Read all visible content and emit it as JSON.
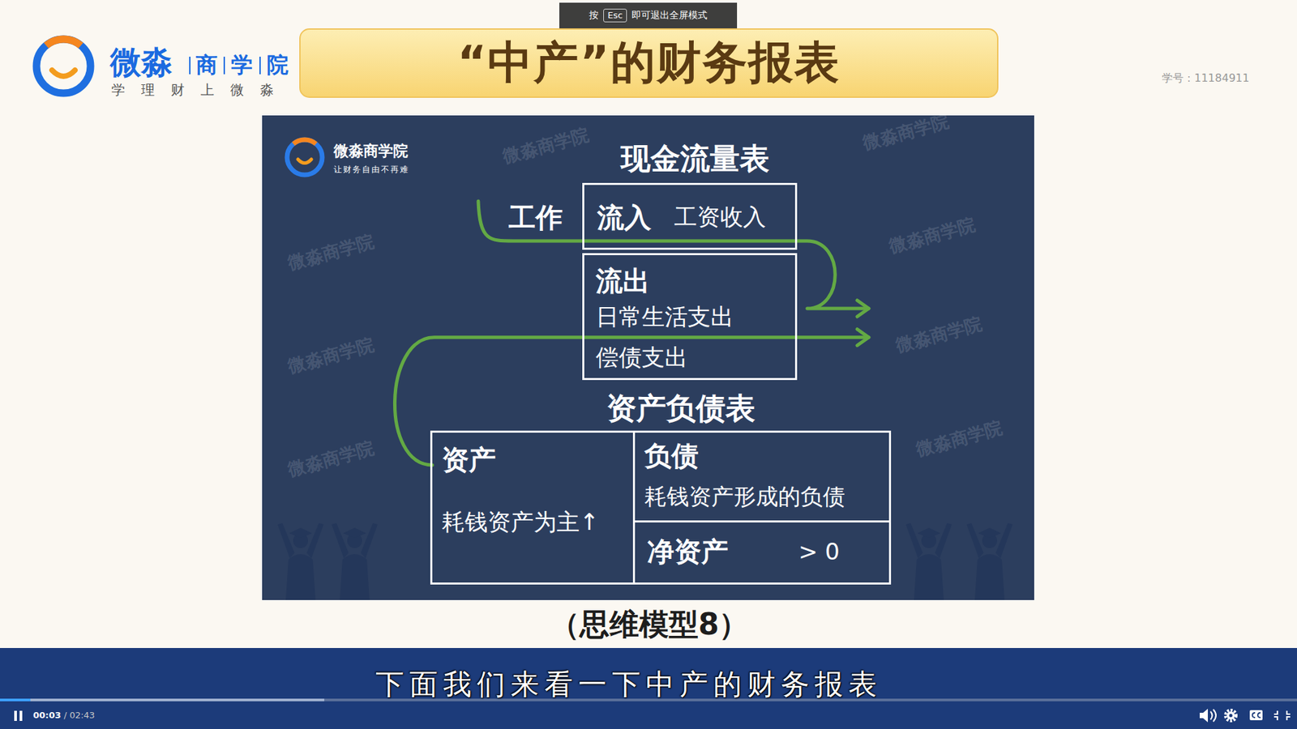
{
  "diagram": {
    "title": "“中产”的财务报表",
    "caption": "（思维模型8）",
    "nodes": [
      {
        "text": [
          "现金流量表"
        ]
      },
      {
        "text": [
          "流入",
          "工资收入"
        ],
        "in": 0
      },
      {
        "text": [
          "流出",
          "日常生活支出",
          "偿债支出"
        ],
        "in": 0
      },
      {
        "text": [
          "资产负债表"
        ]
      },
      {
        "text": [
          "资产",
          "耗钱资产为主↑"
        ],
        "in": 3
      },
      {
        "text": [
          "负债",
          "耗钱资产形成的负债"
        ],
        "in": 3
      },
      {
        "text": [
          "净资产",
          "> 0"
        ],
        "in": 3
      }
    ],
    "labels": [
      "微淼",
      "商",
      "学",
      "院",
      "学理财上微淼",
      "按",
      "Esc",
      "即可退出全屏模式",
      "学号：11184911",
      "微淼商学院",
      "让财务自由不再难",
      "工作",
      "微淼商学院",
      "微淼商学院",
      "微淼商学院",
      "微淼商学院",
      "微淼商学院",
      "微淼商学院",
      "微淼商学院",
      "微淼商学院",
      "下面我们来看一下中产的财务报表",
      "00:03",
      "/ 02:43"
    ]
  }
}
